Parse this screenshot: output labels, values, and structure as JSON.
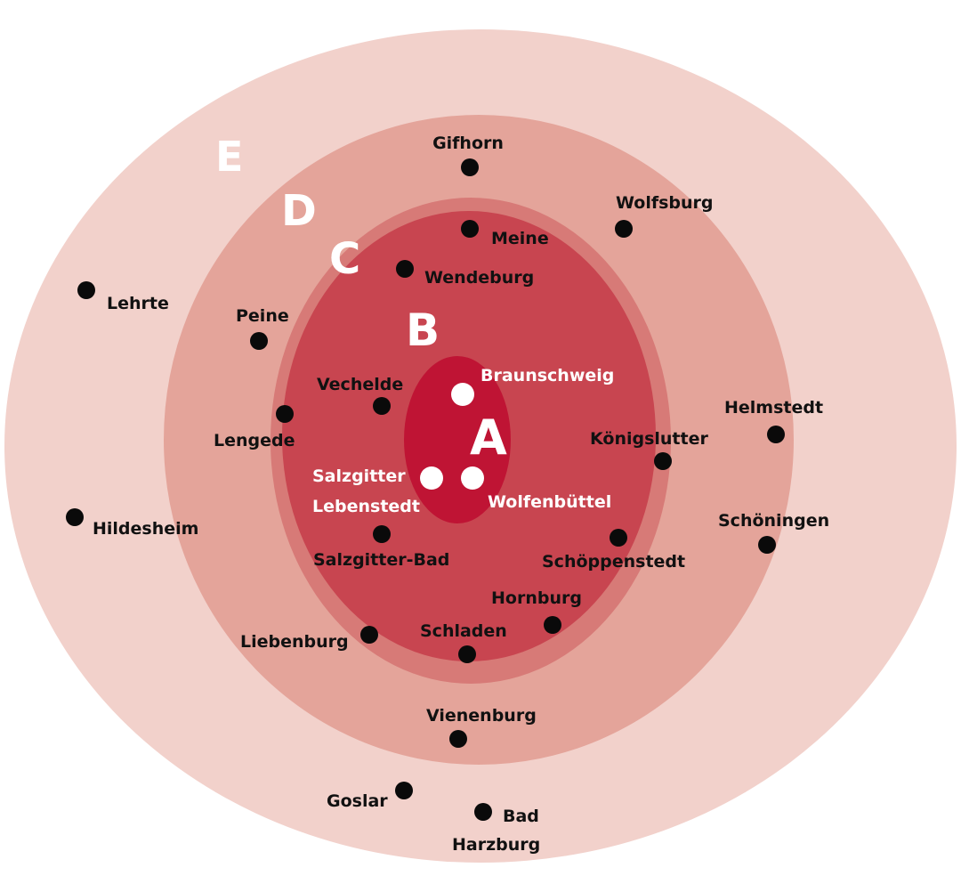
{
  "colors": {
    "zone_e": "#f2d1cb",
    "zone_d": "#e4a49a",
    "zone_c": "#d77a77",
    "zone_b": "#c84550",
    "zone_a": "#bf1434",
    "dot_dark": "#0a0a0a",
    "dot_light": "#ffffff",
    "text_dark": "#111111",
    "text_light": "#ffffff"
  },
  "zones": {
    "e": "E",
    "d": "D",
    "c": "C",
    "b": "B",
    "a": "A"
  },
  "cities": {
    "gifhorn": "Gifhorn",
    "wolfsburg": "Wolfsburg",
    "meine": "Meine",
    "wendeburg": "Wendeburg",
    "lehrte": "Lehrte",
    "peine": "Peine",
    "braunschweig": "Braunschweig",
    "vechelde": "Vechelde",
    "helmstedt": "Helmstedt",
    "lengede": "Lengede",
    "koenigslutter": "Königslutter",
    "salzgitter_line1": "Salzgitter",
    "salzgitter_line2": "Lebenstedt",
    "wolfenbuettel": "Wolfenbüttel",
    "hildesheim": "Hildesheim",
    "schoeningen": "Schöningen",
    "salzgitter_bad": "Salzgitter-Bad",
    "schoeppenstedt": "Schöppenstedt",
    "hornburg": "Hornburg",
    "liebenburg": "Liebenburg",
    "schladen": "Schladen",
    "vienenburg": "Vienenburg",
    "goslar": "Goslar",
    "bad_harzburg_line1": "Bad",
    "bad_harzburg_line2": "Harzburg"
  }
}
